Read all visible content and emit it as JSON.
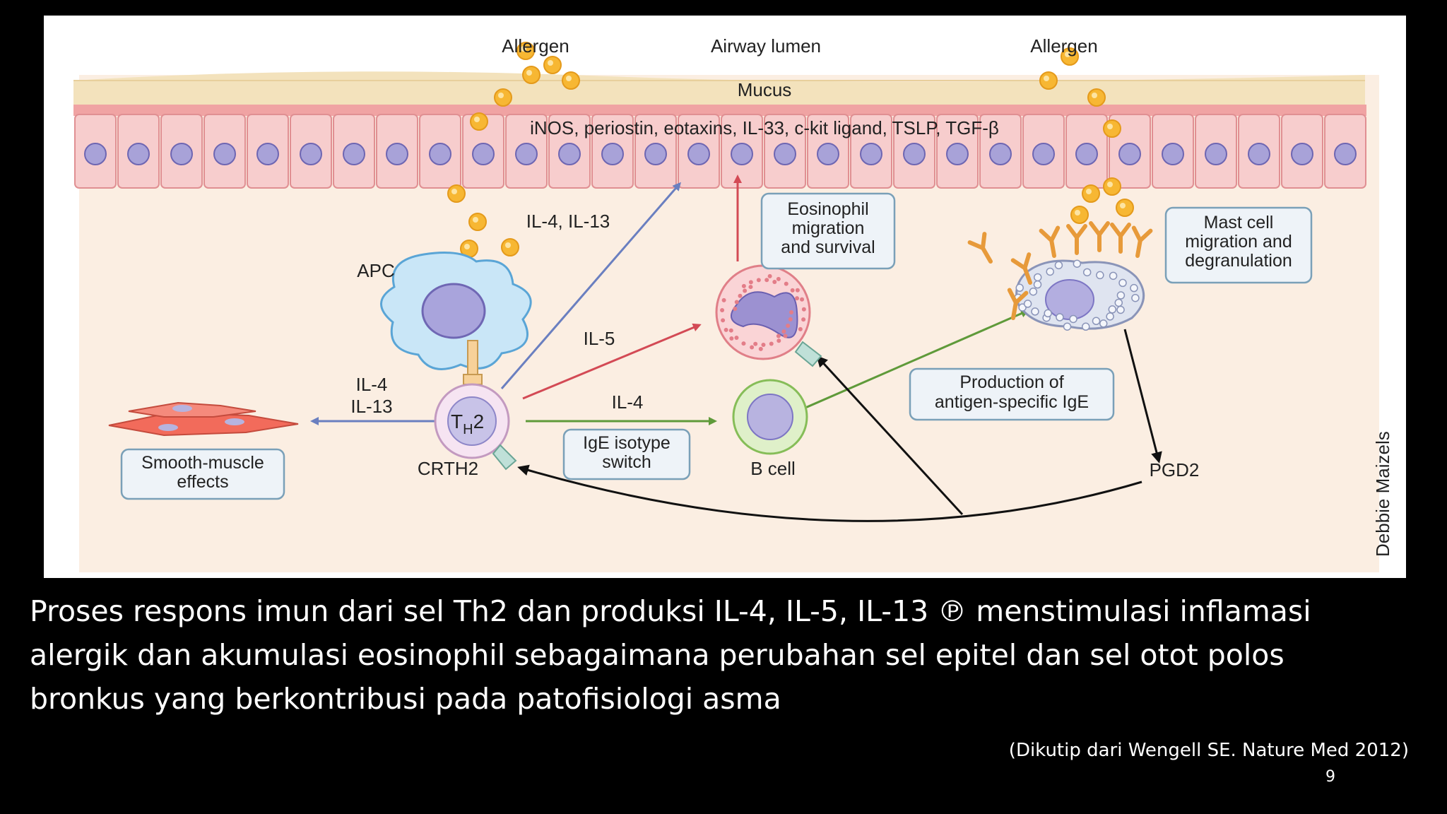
{
  "diagram": {
    "labels": {
      "allergen_left": "Allergen",
      "airway_lumen": "Airway lumen",
      "allergen_right": "Allergen",
      "mucus": "Mucus",
      "epithelial_factors": "iNOS, periostin, eotaxins, IL-33, c-kit ligand, TSLP, TGF-β",
      "il4_il13_top": "IL-4, IL-13",
      "apc": "APC",
      "il5": "IL-5",
      "il4_left": "IL-4",
      "il13_left": "IL-13",
      "th_main": "T",
      "th_sub": "H",
      "th_num": "2",
      "crth2": "CRTH2",
      "il4_mid": "IL-4",
      "b_cell": "B cell",
      "pgd2": "PGD2",
      "credit": "Debbie Maizels"
    },
    "boxes": {
      "eosinophil": [
        "Eosinophil",
        "migration",
        "and survival"
      ],
      "mast_cell": [
        "Mast cell",
        "migration and",
        "degranulation"
      ],
      "production": [
        "Production of",
        "antigen-specific IgE"
      ],
      "ige_switch": [
        "IgE isotype",
        "switch"
      ],
      "smooth_muscle": [
        "Smooth-muscle",
        "effects"
      ]
    },
    "colors": {
      "blue_arrow": "#6a7fc0",
      "red_arrow": "#d34a55",
      "green_arrow": "#5f9a3a",
      "tissue": "#fbeee2",
      "allergen": "#f7b733"
    }
  },
  "caption": "Proses respons imun dari sel Th2 dan produksi IL-4, IL-5, IL-13 ℗ menstimulasi inflamasi alergik dan akumulasi eosinophil sebagaimana perubahan sel epitel dan sel otot polos bronkus yang berkontribusi pada patofisiologi asma",
  "citation": "(Dikutip dari Wengell SE. Nature Med 2012)",
  "slide_number": "9"
}
